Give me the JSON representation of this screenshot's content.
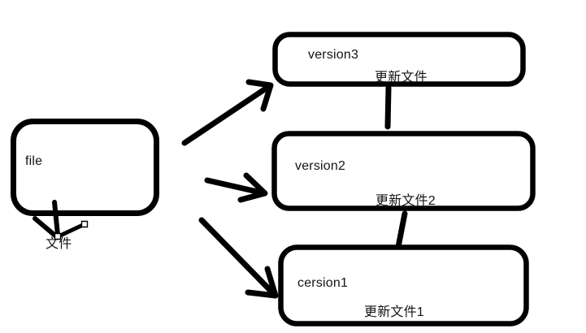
{
  "diagram": {
    "background": "#ffffff",
    "ink_color": "#000000",
    "text_color": "#141414",
    "nodes": {
      "file": {
        "label": "file"
      },
      "version3": {
        "label": "version3",
        "update_label": "更新文件"
      },
      "version2": {
        "label": "version2",
        "update_label": "更新文件2"
      },
      "version1": {
        "label": "cersion1",
        "update_label": "更新文件1"
      }
    },
    "annotation": {
      "label": "文件"
    },
    "edges": [
      {
        "from": "file",
        "to": "version3",
        "style": "arrow"
      },
      {
        "from": "file",
        "to": "version2",
        "style": "arrow"
      },
      {
        "from": "file",
        "to": "version1",
        "style": "arrow"
      },
      {
        "from": "version3",
        "to": "version2",
        "style": "line"
      },
      {
        "from": "version2",
        "to": "version1",
        "style": "line"
      }
    ]
  }
}
